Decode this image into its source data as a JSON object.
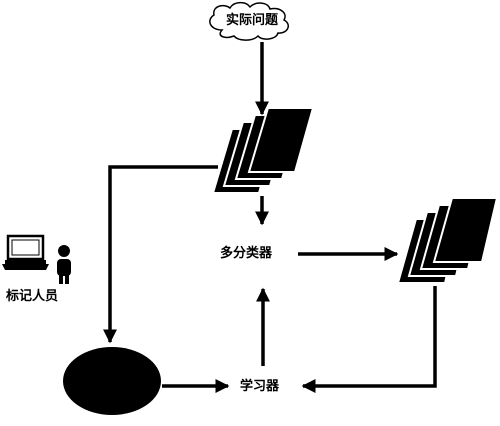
{
  "nodes": {
    "problem": "实际问题",
    "classifier": "多分类器",
    "learner": "学习器",
    "annotator": "标记人员"
  },
  "icons": {
    "cloud": "cloud-icon",
    "laptop": "laptop-icon",
    "person": "person-icon",
    "data_stack_top": "document-stack-icon",
    "data_stack_right": "document-stack-icon",
    "labeled_pool": "ellipse-icon"
  },
  "colors": {
    "ink": "#000000",
    "background": "#ffffff"
  }
}
